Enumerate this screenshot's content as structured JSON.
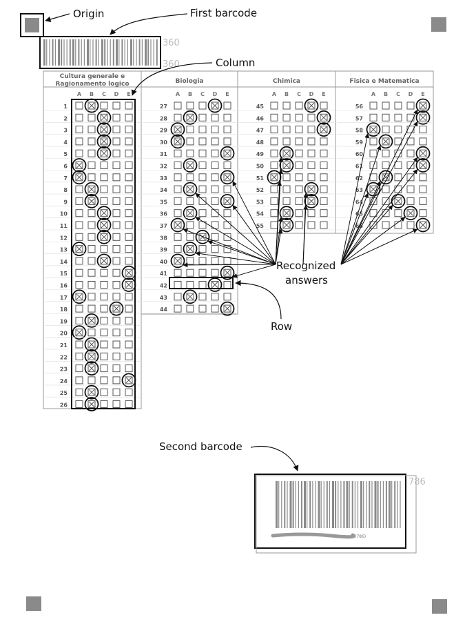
{
  "callouts": {
    "origin": "Origin",
    "first_barcode": "First barcode",
    "column": "Column",
    "recognized_line1": "Recognized",
    "recognized_line2": "answers",
    "row": "Row",
    "second_barcode": "Second barcode"
  },
  "barcode_numbers": {
    "first_top": "360",
    "first_bottom": "360",
    "second": "786",
    "second_small": "(786)"
  },
  "option_letters": [
    "A",
    "B",
    "C",
    "D",
    "E"
  ],
  "sections": [
    {
      "title_lines": [
        "Cultura generale e",
        "Ragionamento logico"
      ],
      "start": 1,
      "answers": [
        "B",
        "C",
        "C",
        "C",
        "C",
        "A",
        "A",
        "B",
        "B",
        "C",
        "C",
        "C",
        "A",
        "C",
        "E",
        "E",
        "A",
        "D",
        "B",
        "A",
        "B",
        "B",
        "B",
        "E",
        "B",
        "B"
      ]
    },
    {
      "title_lines": [
        "Biologia"
      ],
      "start": 27,
      "answers": [
        "D",
        "B",
        "A",
        "A",
        "E",
        "B",
        "E",
        "B",
        "E",
        "B",
        "A",
        "C",
        "B",
        "A",
        "E",
        "D",
        "B",
        "E"
      ]
    },
    {
      "title_lines": [
        "Chimica"
      ],
      "start": 45,
      "answers": [
        "D",
        "E",
        "E",
        "",
        "B",
        "B",
        "A",
        "D",
        "D",
        "B",
        "B"
      ]
    },
    {
      "title_lines": [
        "Fisica e Matematica"
      ],
      "start": 56,
      "answers": [
        "E",
        "E",
        "A",
        "B",
        "E",
        "E",
        "B",
        "A",
        "C",
        "D",
        "E"
      ]
    }
  ],
  "colors": {
    "ink": "#111111",
    "grid": "#999999",
    "mark_gray": "#8a8a8a"
  }
}
